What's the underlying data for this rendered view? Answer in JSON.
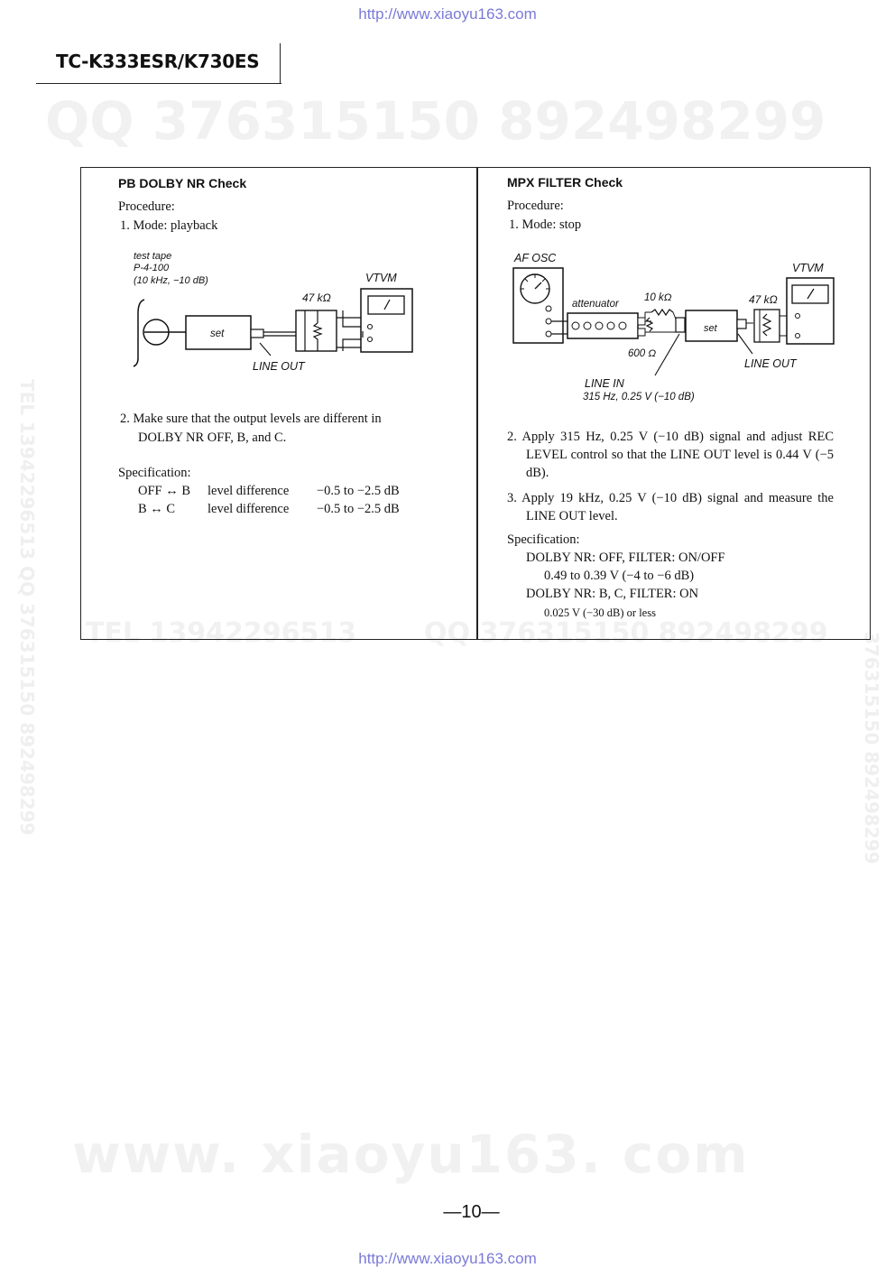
{
  "header": {
    "url": "http://www.xiaoyu163.com",
    "model": "TC-K333ESR/K730ES"
  },
  "watermarks": {
    "qq": "QQ 376315150   892498299",
    "www": "www. xiaoyu163. com",
    "left_side": "TEL 13942296513   QQ 376315150   892498299",
    "right_side": "376315150   892498299",
    "mid_left": "TEL 13942296513",
    "mid_right": "QQ 376315150   892498299"
  },
  "left": {
    "title": "PB DOLBY NR Check",
    "procedure_label": "Procedure:",
    "step1": "1.  Mode: playback",
    "diagram": {
      "tape_line1": "test tape",
      "tape_line2": "P-4-100",
      "tape_line3": "(10 kHz, −10 dB)",
      "vtvm": "VTVM",
      "resistor": "47 kΩ",
      "set": "set",
      "line_out": "LINE  OUT"
    },
    "step2_line1": "2.  Make sure that the output levels are different in",
    "step2_line2": "DOLBY NR OFF, B, and C.",
    "spec_label": "Specification:",
    "spec_rows": [
      {
        "mode": "OFF ↔ B",
        "label": "level difference",
        "value": "−0.5 to −2.5 dB"
      },
      {
        "mode": "B      ↔ C",
        "label": "level difference",
        "value": "−0.5 to −2.5 dB"
      }
    ]
  },
  "right": {
    "title": "MPX FILTER Check",
    "procedure_label": "Procedure:",
    "step1": "1.  Mode: stop",
    "diagram": {
      "af_osc": "AF  OSC",
      "vtvm": "VTVM",
      "attenuator": "attenuator",
      "r10k": "10 kΩ",
      "r47k": "47 kΩ",
      "set": "set",
      "r600": "600 Ω",
      "line_out": "LINE  OUT",
      "line_in": "LINE  IN",
      "line_in_spec": "315 Hz, 0.25 V (−10 dB)"
    },
    "step2": "2.  Apply 315 Hz, 0.25 V (−10 dB) signal and adjust REC LEVEL control so that the LINE OUT level is 0.44 V (−5 dB).",
    "step3": "3.  Apply 19 kHz, 0.25 V (−10 dB) signal and measure the LINE OUT level.",
    "spec_label": "Specification:",
    "spec_line1": "DOLBY NR: OFF, FILTER: ON/OFF",
    "spec_line2": "0.49 to 0.39 V (−4 to −6 dB)",
    "spec_line3": "DOLBY NR: B, C, FILTER: ON",
    "spec_line4": "0.025 V (−30 dB) or less"
  },
  "page_number": "—10—"
}
